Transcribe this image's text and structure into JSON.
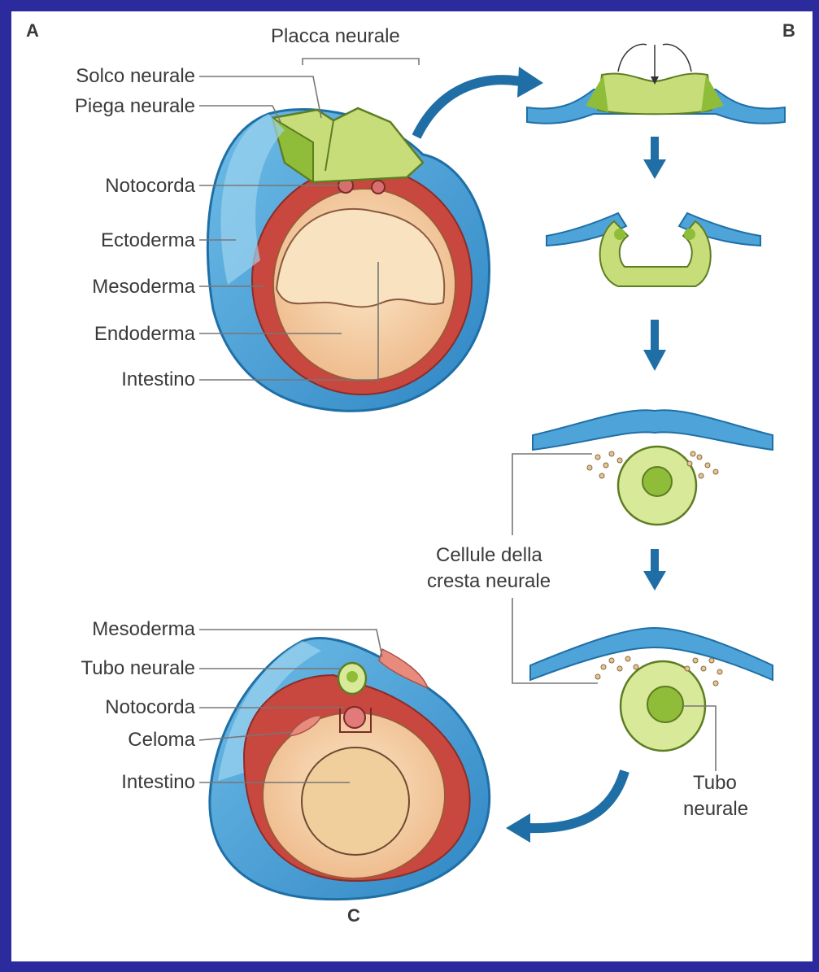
{
  "panels": {
    "a": "A",
    "b": "B",
    "c": "C"
  },
  "panel_a": {
    "title": "Placca neurale",
    "labels": [
      "Solco neurale",
      "Piega neurale",
      "Notocorda",
      "Ectoderma",
      "Mesoderma",
      "Endoderma",
      "Intestino"
    ]
  },
  "panel_b": {
    "crest_label_line1": "Cellule della",
    "crest_label_line2": "cresta neurale",
    "tube_label_line1": "Tubo",
    "tube_label_line2": "neurale"
  },
  "panel_c": {
    "labels": [
      "Mesoderma",
      "Tubo neurale",
      "Notocorda",
      "Celoma",
      "Intestino"
    ]
  },
  "colors": {
    "background": "#2b2b9e",
    "ectoderm": "#4ea3d9",
    "ectoderm_light": "#9cd3f0",
    "mesoderm": "#c8473e",
    "mesoderm_light": "#e98b7c",
    "endoderm": "#f3c79a",
    "intestine": "#f6dcb6",
    "neural": "#c7dd79",
    "neural_dark": "#8fbd3a",
    "arrow": "#1f6fa6"
  }
}
